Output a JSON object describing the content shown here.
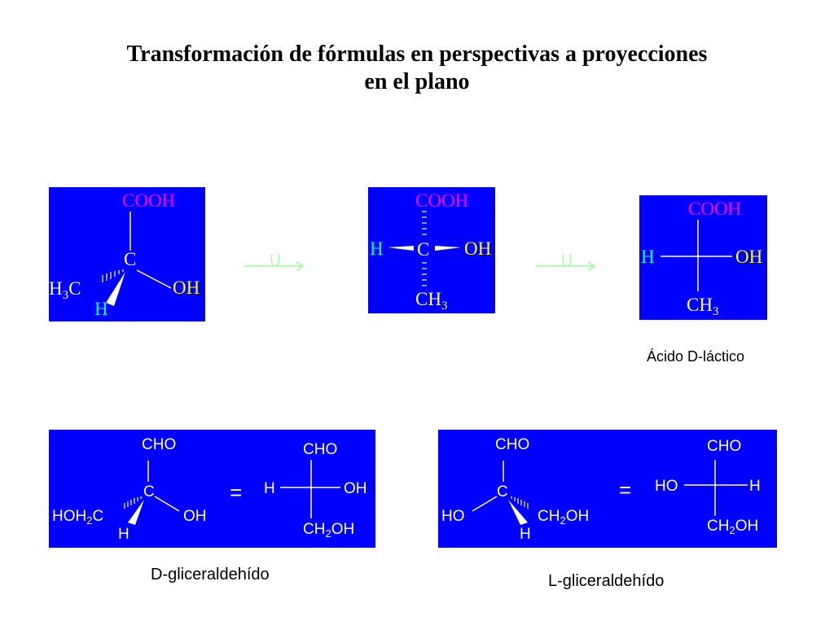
{
  "title": {
    "line1": "Transformación de fórmulas en perspectivas a proyecciones",
    "line2": "en el plano"
  },
  "colors": {
    "panel_bg": "#0000FF",
    "cooh": "#FF00FF",
    "hydrogen": "#00FFFF",
    "hydroxyl": "#FFFF00",
    "text": "#FFFFFF",
    "arrow": "#99FF99"
  },
  "lactic": {
    "perspective": {
      "top": "COOH",
      "center": "C",
      "left_h": "H",
      "left_sub": "3",
      "left_c": "C",
      "right": "OH",
      "front": "H"
    },
    "intermediate": {
      "top": "COOH",
      "center": "C",
      "left": "H",
      "right": "OH",
      "bottom_main": "CH",
      "bottom_sub": "3"
    },
    "fischer": {
      "top": "COOH",
      "left": "H",
      "right": "OH",
      "bottom_main": "CH",
      "bottom_sub": "3"
    },
    "caption": "Ácido D-láctico"
  },
  "d_glyceraldehyde": {
    "perspective": {
      "top": "CHO",
      "center": "C",
      "left_pre": "HOH",
      "left_sub": "2",
      "left_post": "C",
      "right": "OH",
      "front": "H"
    },
    "equals": "=",
    "fischer": {
      "top": "CHO",
      "left": "H",
      "right": "OH",
      "bottom_main": "CH",
      "bottom_sub": "2",
      "bottom_post": "OH"
    },
    "caption": "D-gliceraldehído"
  },
  "l_glyceraldehyde": {
    "perspective": {
      "top": "CHO",
      "center": "C",
      "left": "HO",
      "right_main": "CH",
      "right_sub": "2",
      "right_post": "OH",
      "front": "H"
    },
    "equals": "=",
    "fischer": {
      "top": "CHO",
      "left": "HO",
      "right": "H",
      "bottom_main": "CH",
      "bottom_sub": "2",
      "bottom_post": "OH"
    },
    "caption": "L-gliceraldehído"
  }
}
